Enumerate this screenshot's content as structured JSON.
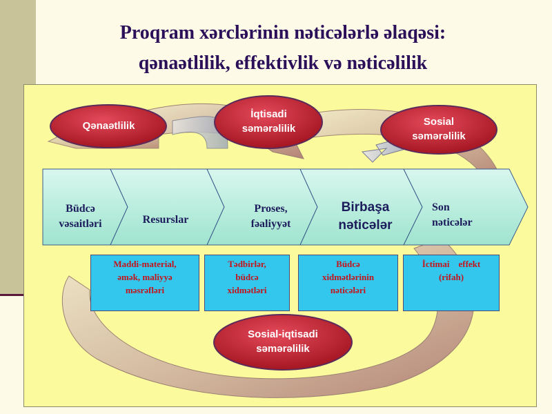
{
  "title": {
    "line1": "Proqram xərclərinin nəticələrlə əlaqəsi:",
    "line2": "qənaətlilik, effektivlik və nəticəlilik"
  },
  "ovals": {
    "qenaetlilik": "Qənaətlilik",
    "iqtisadi_line1": "İqtisadi",
    "iqtisadi_line2": "səmərəlilik",
    "sosial_line1": "Sosial",
    "sosial_line2": "səmərəlilik",
    "sosial_iqtisadi_line1": "Sosial-iqtisadi",
    "sosial_iqtisadi_line2": "səmərəlilik"
  },
  "chevrons": [
    {
      "line1": "Büdcə",
      "line2": "vəsaitləri"
    },
    {
      "line1": "Resurslar",
      "line2": ""
    },
    {
      "line1": "Proses,",
      "line2": "fəaliyyət"
    },
    {
      "line1": "Birbaşa",
      "line2": "nəticələr"
    },
    {
      "line1": "Son",
      "line2": "nəticələr"
    }
  ],
  "boxes": [
    {
      "line1": "Maddi-material,",
      "line2": "əmək, maliyyə",
      "line3": "məsrəfləri"
    },
    {
      "line1": "Tədbirlər,",
      "line2": "büdcə",
      "line3": "xidmətləri"
    },
    {
      "line1": "Büdcə",
      "line2": "xidmətlərinin",
      "line3": "nəticələri"
    },
    {
      "line1": "İctimai    effekt",
      "line2": "(rifah)",
      "line3": ""
    }
  ],
  "colors": {
    "title": "#2b1059",
    "panel": "#fbfb9e",
    "chevron": "#b8eedd",
    "oval": "#c11f2b",
    "box": "#33c7ee",
    "box_text": "#c4141b"
  }
}
